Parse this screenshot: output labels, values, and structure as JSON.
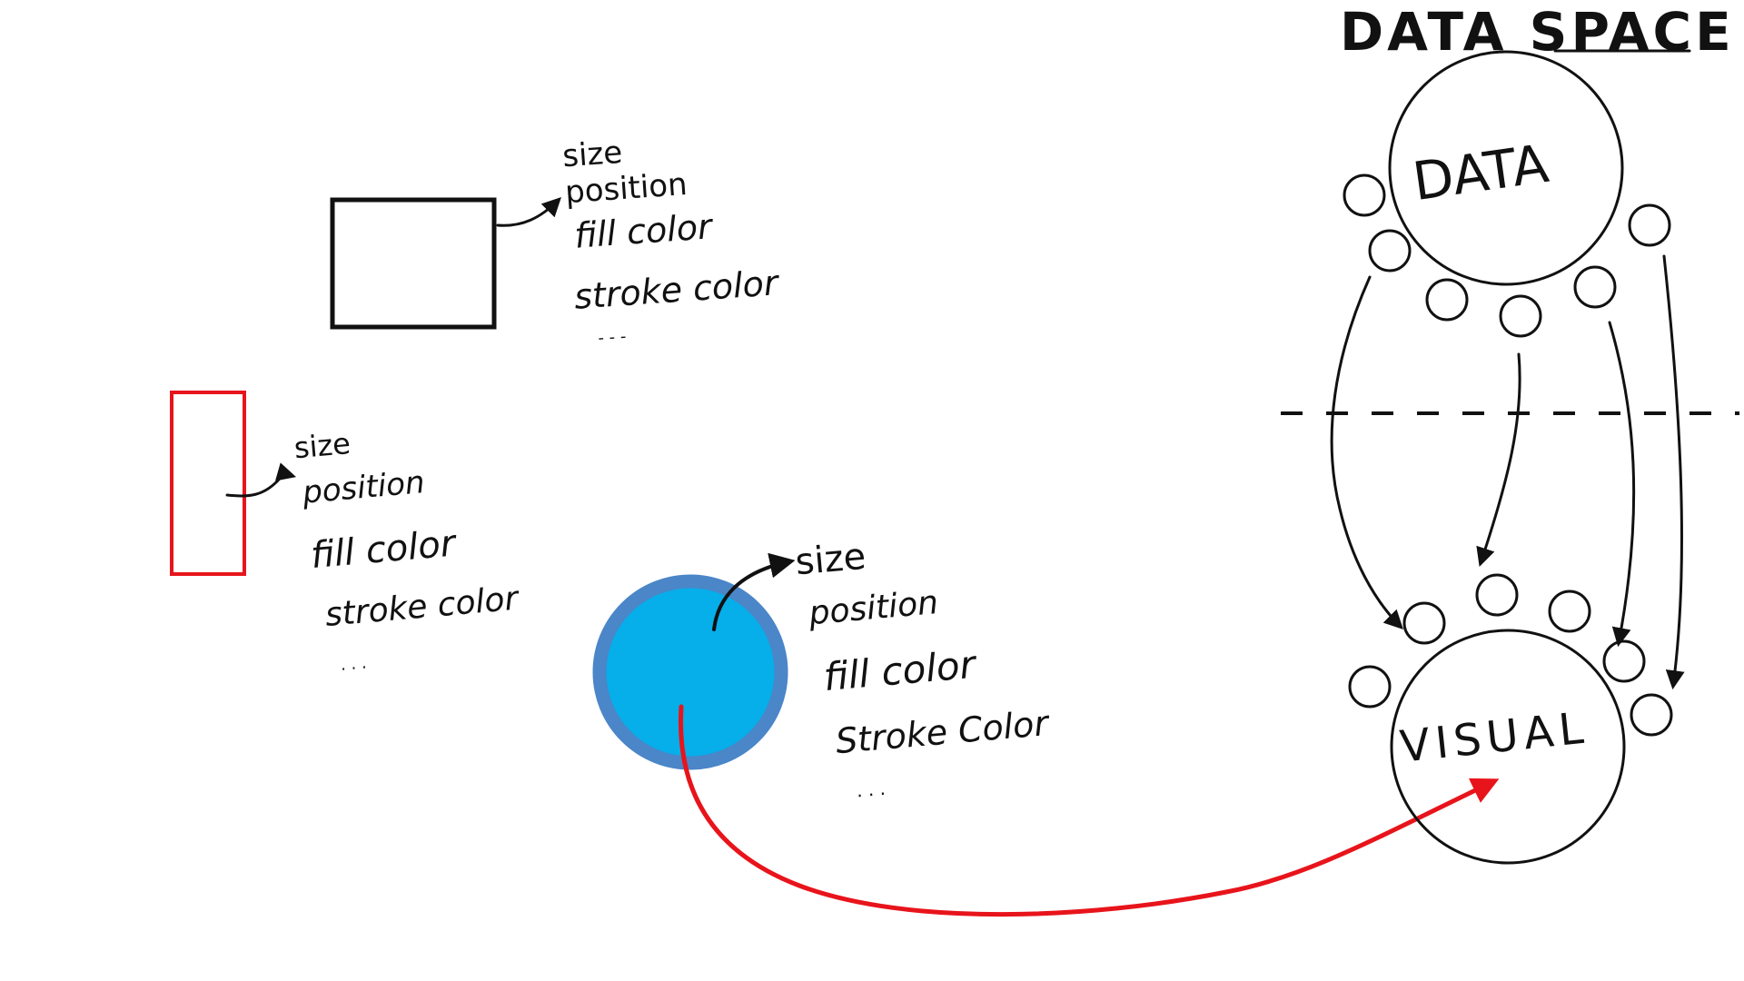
{
  "title": "DATA SPACE",
  "data_node": {
    "label": "DATA"
  },
  "visual_node": {
    "label": "VISUAL"
  },
  "property_lists": [
    {
      "items": [
        "size",
        "position",
        "fill color",
        "stroke color",
        "- - -"
      ]
    },
    {
      "items": [
        "size",
        "position",
        "fill color",
        "stroke color",
        ". . ."
      ]
    },
    {
      "items": [
        "size",
        "position",
        "fill color",
        "Stroke Color",
        ". . ."
      ]
    }
  ],
  "colors": {
    "ink": "#111111",
    "red_mark": "#e8141b",
    "circle_fill": "#06aeea",
    "circle_stroke": "#4a86c8"
  }
}
